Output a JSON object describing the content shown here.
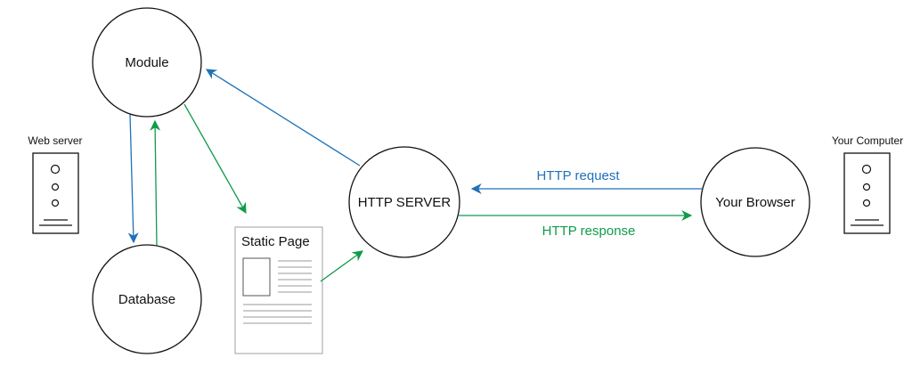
{
  "nodes": {
    "module": "Module",
    "database": "Database",
    "http_server": "HTTP SERVER",
    "browser": "Your Browser"
  },
  "devices": {
    "web_server": "Web server",
    "your_computer": "Your Computer"
  },
  "static_page": {
    "title": "Static Page"
  },
  "edges": {
    "request": "HTTP request",
    "response": "HTTP response"
  },
  "colors": {
    "request_blue": "#1f72b8",
    "response_green": "#0f9b4a"
  }
}
